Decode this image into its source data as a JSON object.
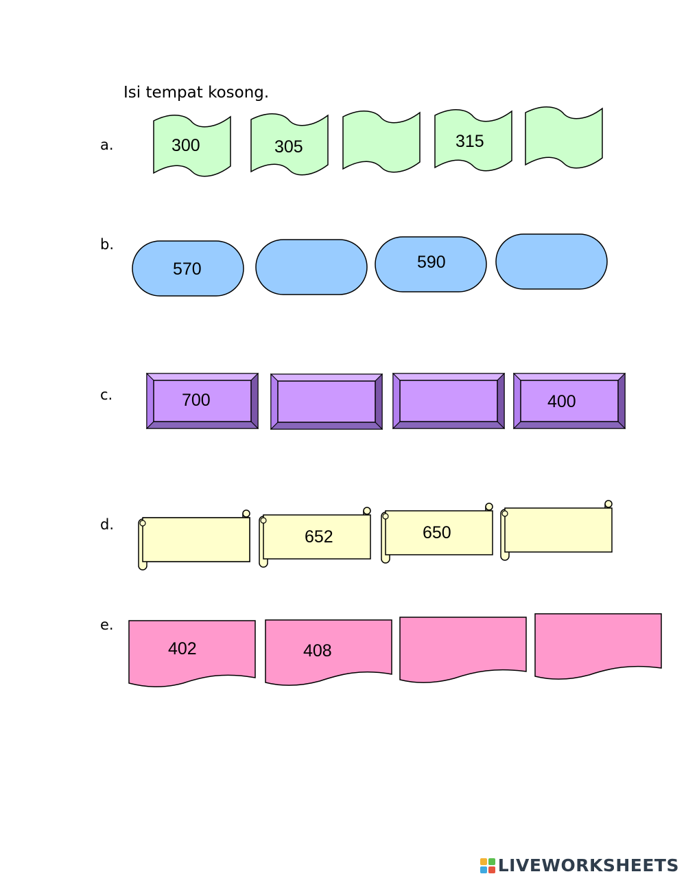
{
  "instruction": "Isi tempat kosong.",
  "colors": {
    "green": "#ccffcc",
    "blue": "#99ccff",
    "purple": "#cc99ff",
    "purple_dark": "#8866bb",
    "yellow": "#ffffcc",
    "pink": "#ff99cc"
  },
  "rows": [
    {
      "label": "a.",
      "shape": "wave-flag",
      "boxes": [
        "300",
        "305",
        "",
        "315",
        ""
      ]
    },
    {
      "label": "b.",
      "shape": "rounded-terminal",
      "boxes": [
        "570",
        "",
        "590",
        ""
      ]
    },
    {
      "label": "c.",
      "shape": "bevel-rect",
      "boxes": [
        "700",
        "",
        "",
        "400"
      ]
    },
    {
      "label": "d.",
      "shape": "scroll",
      "boxes": [
        "",
        "652",
        "650",
        ""
      ]
    },
    {
      "label": "e.",
      "shape": "wave-document",
      "boxes": [
        "402",
        "408",
        "",
        ""
      ]
    }
  ],
  "footer": {
    "brand": "LIVEWORKSHEETS",
    "logo_icon": "liveworksheets-logo-icon"
  }
}
